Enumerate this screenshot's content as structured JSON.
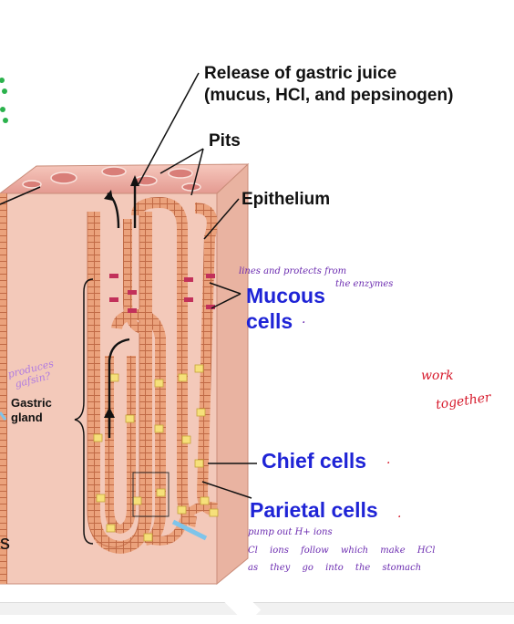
{
  "labels": {
    "release_line1": "Release of gastric juice",
    "release_line2": "(mucus, HCl, and pepsinogen)",
    "pits": "Pits",
    "epithelium": "Epithelium",
    "mucous_line1": "Mucous",
    "mucous_line2": "cells",
    "gastric_line1": "Gastric",
    "gastric_line2": "gland",
    "chief": "Chief cells",
    "parietal": "Parietal cells",
    "left_edge": "s"
  },
  "notes": {
    "mucous_note1": "lines and protects from",
    "mucous_note2": "the enzymes",
    "work1": "work",
    "work2": "together",
    "gland_note1": "produces",
    "gland_note2": "gafsin?",
    "parietal_note1": "pump out H+ ions",
    "parietal_note2": "Cl ions follow which make HCl",
    "parietal_note3": "as they go into the stomach",
    "dot1": "·",
    "dot2": "·",
    "dot3": "."
  },
  "colors": {
    "tissue_face": "#f3c9ba",
    "tissue_side": "#e9b3a1",
    "cell_fill": "#eaa27a",
    "cell_edge": "#c76a47",
    "parietal_cell": "#f6e07a",
    "mucous_cell": "#c2305a",
    "label_blue": "#1f24d6",
    "note_red": "#d6182a",
    "note_purple": "#6b2bb0"
  }
}
